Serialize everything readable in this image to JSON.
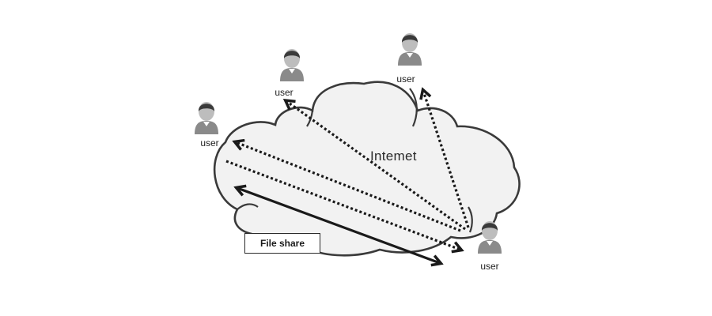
{
  "diagram": {
    "cloud_label": "Intemet",
    "file_share_label": "File share",
    "users": [
      {
        "id": "user-1",
        "label": "user"
      },
      {
        "id": "user-2",
        "label": "user"
      },
      {
        "id": "user-3",
        "label": "user"
      },
      {
        "id": "user-4",
        "label": "user"
      }
    ],
    "colors": {
      "stroke": "#3a3a3a",
      "cloud_fill": "#f2f2f2",
      "person_body": "#8a8a8a",
      "person_head": "#bdbdbd",
      "person_hair": "#3a3a3a"
    }
  }
}
